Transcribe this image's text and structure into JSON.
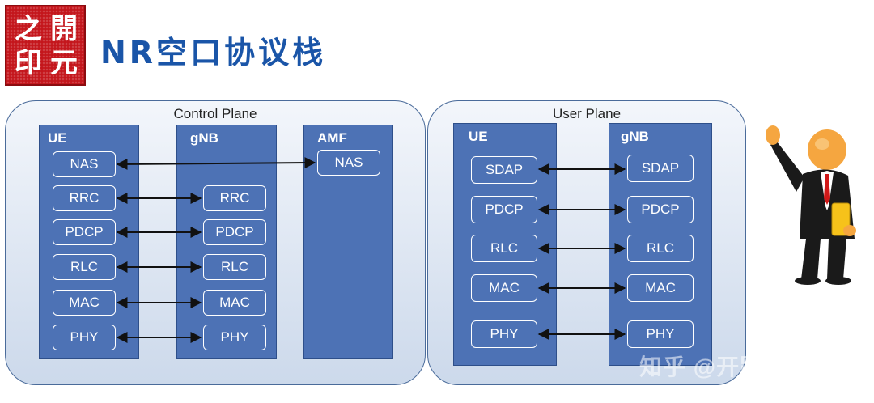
{
  "logo": {
    "chars": [
      "之",
      "開",
      "印",
      "元"
    ]
  },
  "title": "NR空口协议栈",
  "control_plane": {
    "title": "Control Plane",
    "nodes": [
      {
        "name": "UE",
        "layers": [
          "NAS",
          "RRC",
          "PDCP",
          "RLC",
          "MAC",
          "PHY"
        ]
      },
      {
        "name": "gNB",
        "layers": [
          "RRC",
          "PDCP",
          "RLC",
          "MAC",
          "PHY"
        ]
      },
      {
        "name": "AMF",
        "layers": [
          "NAS"
        ]
      }
    ]
  },
  "user_plane": {
    "title": "User Plane",
    "nodes": [
      {
        "name": "UE",
        "layers": [
          "SDAP",
          "PDCP",
          "RLC",
          "MAC",
          "PHY"
        ]
      },
      {
        "name": "gNB",
        "layers": [
          "SDAP",
          "PDCP",
          "RLC",
          "MAC",
          "PHY"
        ]
      }
    ]
  },
  "watermark": "知乎 @开路大叔叔",
  "colors": {
    "title": "#1a55a8",
    "node": "#4d72b5",
    "logo": "#c4161c"
  }
}
